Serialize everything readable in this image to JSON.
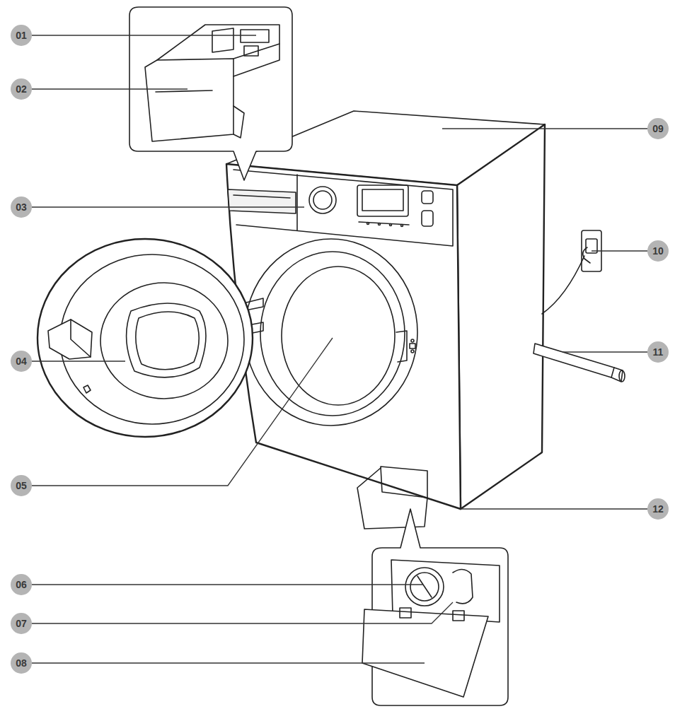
{
  "diagram": {
    "labels": [
      "01",
      "02",
      "09",
      "03",
      "10",
      "11",
      "04",
      "05",
      "12",
      "06",
      "07",
      "08"
    ]
  }
}
